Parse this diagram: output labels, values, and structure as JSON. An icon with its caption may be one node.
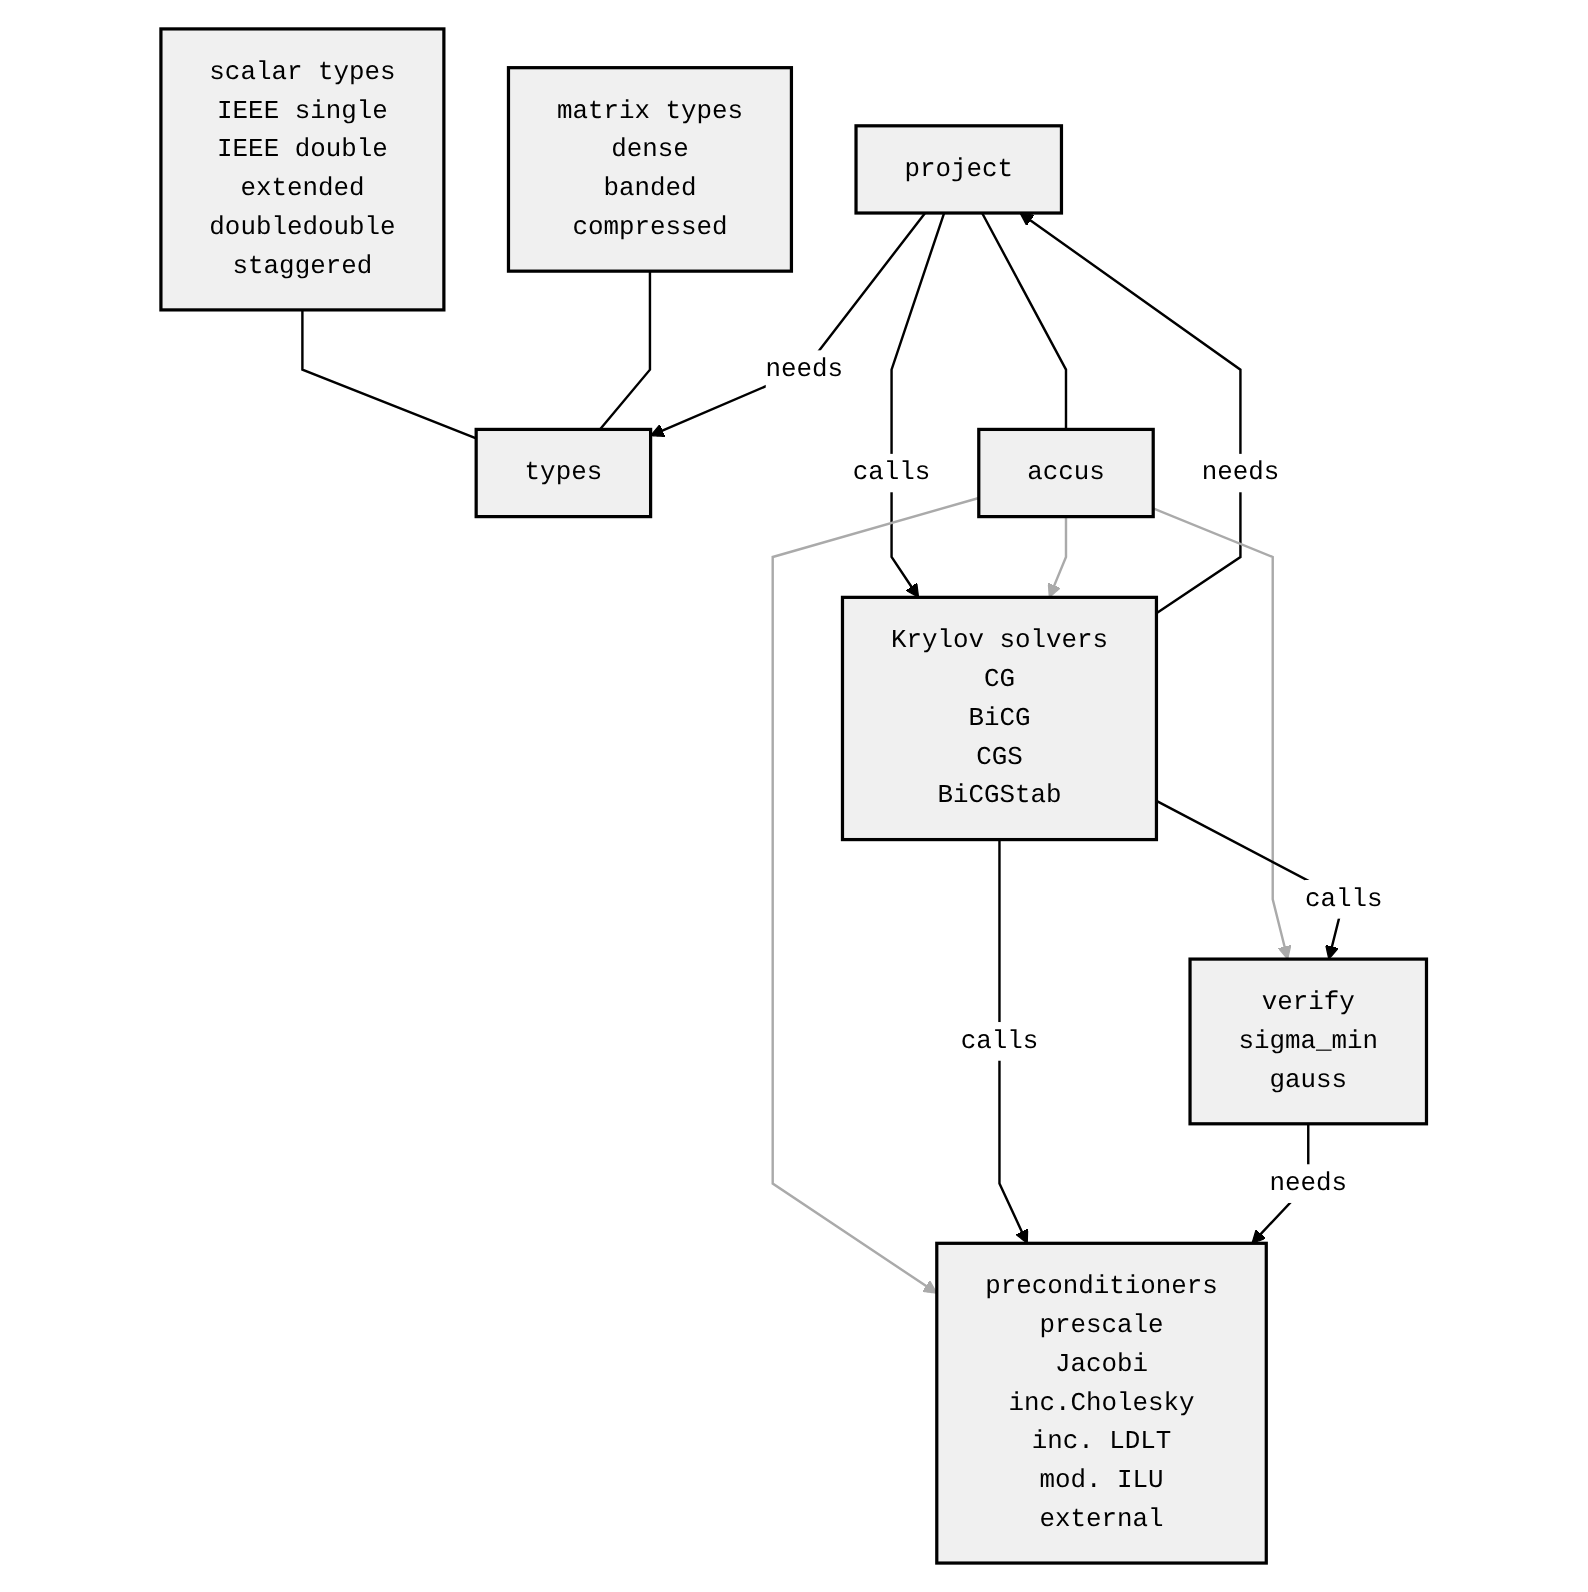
{
  "diagram": {
    "nodes": [
      {
        "text": [
          "scalar types",
          "IEEE single",
          "IEEE double",
          "extended",
          "doubledouble",
          "staggered"
        ]
      },
      {
        "text": [
          "matrix types",
          "dense",
          "banded",
          "compressed"
        ]
      },
      {
        "text": [
          "types"
        ]
      },
      {
        "text": [
          "project"
        ]
      },
      {
        "text": [
          "accus"
        ]
      },
      {
        "text": [
          "Krylov solvers",
          "CG",
          "BiCG",
          "CGS",
          "BiCGStab"
        ]
      },
      {
        "text": [
          "preconditioners",
          "prescale",
          "Jacobi",
          "inc.Cholesky",
          "inc. LDLT",
          "mod. ILU",
          "external"
        ]
      },
      {
        "text": [
          "verify",
          "sigma_min",
          "gauss"
        ]
      }
    ],
    "edges": [
      {
        "from": 0,
        "to": 2,
        "arrow": "none"
      },
      {
        "from": 1,
        "to": 2,
        "arrow": "none"
      },
      {
        "from": 3,
        "to": 2,
        "arrow": "to",
        "label": "needs"
      },
      {
        "from": 3,
        "to": 4,
        "arrow": "none"
      },
      {
        "from": 5,
        "to": 3,
        "arrow": "to",
        "label": "needs"
      },
      {
        "from": 3,
        "to": 5,
        "arrow": "to",
        "label": "calls"
      },
      {
        "from": 4,
        "to": 5,
        "arrow": "to",
        "color": "#aaaaaa"
      },
      {
        "from": 4,
        "to": 6,
        "arrow": "to",
        "color": "#aaaaaa"
      },
      {
        "from": 4,
        "to": 7,
        "arrow": "to",
        "color": "#aaaaaa"
      },
      {
        "from": 5,
        "to": 6,
        "arrow": "to",
        "label": "calls"
      },
      {
        "from": 5,
        "to": 7,
        "arrow": "to",
        "label": "calls"
      },
      {
        "from": 7,
        "to": 6,
        "arrow": "to",
        "label": "needs"
      }
    ]
  }
}
